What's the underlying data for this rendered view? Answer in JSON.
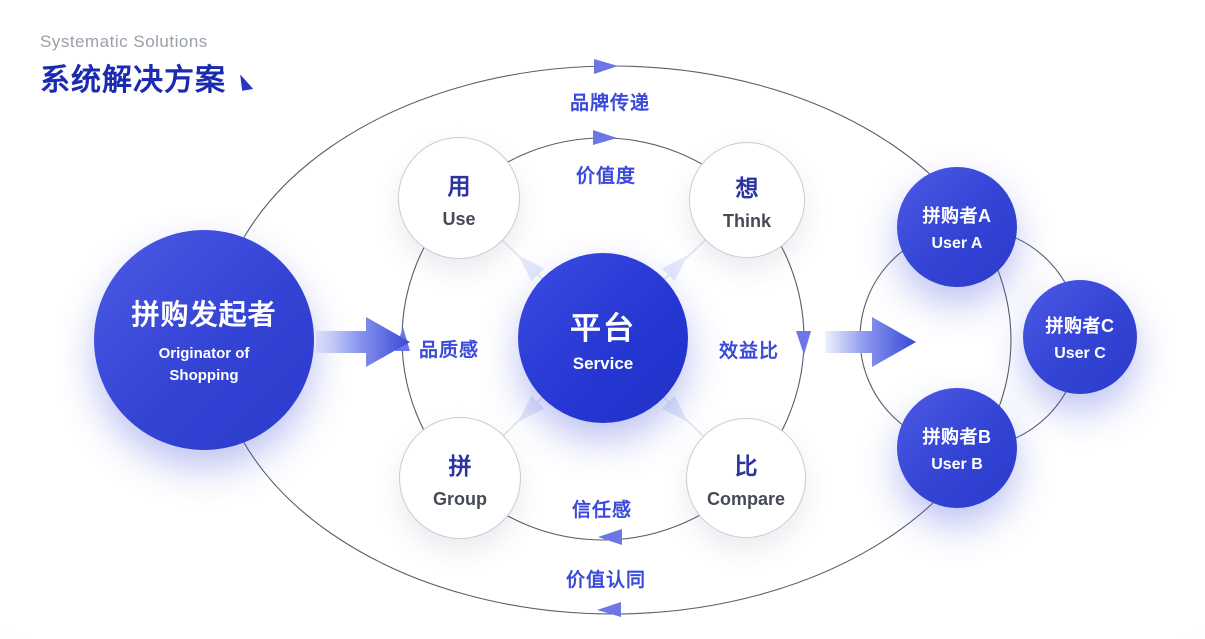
{
  "header": {
    "subtitle": "Systematic Solutions",
    "title": "系统解决方案",
    "cursor_icon": "pointer-triangle"
  },
  "colors": {
    "accent_blue": "#3343d4",
    "center_circle_blue": "#2536d2",
    "title_blue": "#1b2bb0",
    "ring_label_blue": "#3b4ad8",
    "line_gray": "#5a5f6b"
  },
  "diagram": {
    "originator": {
      "zh": "拼购发起者",
      "en_line1": "Originator of",
      "en_line2": "Shopping"
    },
    "platform": {
      "zh": "平台",
      "en": "Service"
    },
    "factors": [
      {
        "zh": "用",
        "en": "Use"
      },
      {
        "zh": "想",
        "en": "Think"
      },
      {
        "zh": "拼",
        "en": "Group"
      },
      {
        "zh": "比",
        "en": "Compare"
      }
    ],
    "ring_labels": {
      "outer_top": "品牌传递",
      "inner_top": "价值度",
      "left": "品质感",
      "right": "效益比",
      "inner_bottom": "信任感",
      "outer_bottom": "价值认同"
    },
    "users": [
      {
        "zh": "拼购者A",
        "en": "User A"
      },
      {
        "zh": "拼购者C",
        "en": "User C"
      },
      {
        "zh": "拼购者B",
        "en": "User B"
      }
    ]
  }
}
